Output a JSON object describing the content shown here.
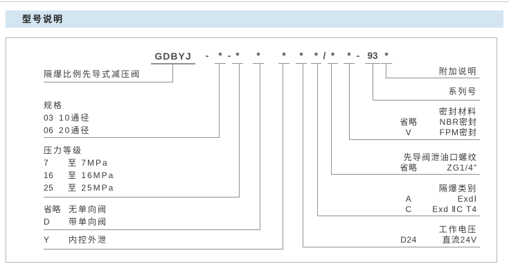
{
  "colors": {
    "header_bg": "#d3e5f0",
    "connector_line": "#8f8f8f",
    "box_border": "#b3b3b3",
    "text": "#3a3a3a"
  },
  "header": {
    "title": "型号说明"
  },
  "model_code": {
    "parts": [
      "GDBYJ",
      "-",
      "*",
      "-",
      "*",
      "*",
      "*",
      "*",
      "*",
      "/",
      "*",
      "*",
      "-",
      "93",
      "*"
    ]
  },
  "left": {
    "valve_name": "隔爆比例先导式减压阀",
    "spec": {
      "title": "规格",
      "rows": [
        {
          "code": "03",
          "desc": "10通径"
        },
        {
          "code": "06",
          "desc": "20通径"
        }
      ]
    },
    "pressure": {
      "title": "压力等级",
      "rows": [
        {
          "code": "7",
          "desc": "至 7MPa"
        },
        {
          "code": "16",
          "desc": "至 16MPa"
        },
        {
          "code": "25",
          "desc": "至 25MPa"
        }
      ]
    },
    "check_valve": {
      "rows": [
        {
          "code": "省略",
          "desc": "无单向阀"
        },
        {
          "code": "D",
          "desc": "带单向阀"
        }
      ]
    },
    "drain": {
      "rows": [
        {
          "code": "Y",
          "desc": "内控外泄"
        }
      ]
    }
  },
  "right": {
    "note": {
      "title": "附加说明"
    },
    "series": {
      "title": "系列号"
    },
    "seal": {
      "title": "密封材料",
      "rows": [
        {
          "code": "省略",
          "desc": "NBR密封"
        },
        {
          "code": "V",
          "desc": "FPM密封"
        }
      ]
    },
    "thread": {
      "title": "先导阀泄油口螺纹",
      "rows": [
        {
          "code": "省略",
          "desc": "ZG1/4\""
        }
      ]
    },
    "explosion": {
      "title": "隔爆类别",
      "rows": [
        {
          "code": "A",
          "desc": "ExdⅠ"
        },
        {
          "code": "C",
          "desc": "Exd ⅡC T4"
        }
      ]
    },
    "voltage": {
      "title": "工作电压",
      "rows": [
        {
          "code": "D24",
          "desc": "直流24V"
        }
      ]
    }
  }
}
